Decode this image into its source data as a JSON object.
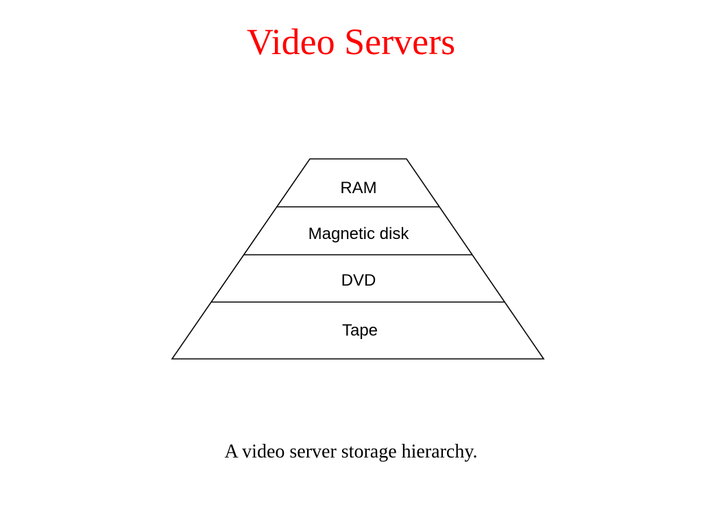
{
  "slide": {
    "title": "Video Servers",
    "title_color": "#ff0000",
    "caption": "A video server storage hierarchy."
  },
  "pyramid": {
    "levels": [
      {
        "label": "RAM"
      },
      {
        "label": "Magnetic disk"
      },
      {
        "label": "DVD"
      },
      {
        "label": "Tape"
      }
    ]
  }
}
